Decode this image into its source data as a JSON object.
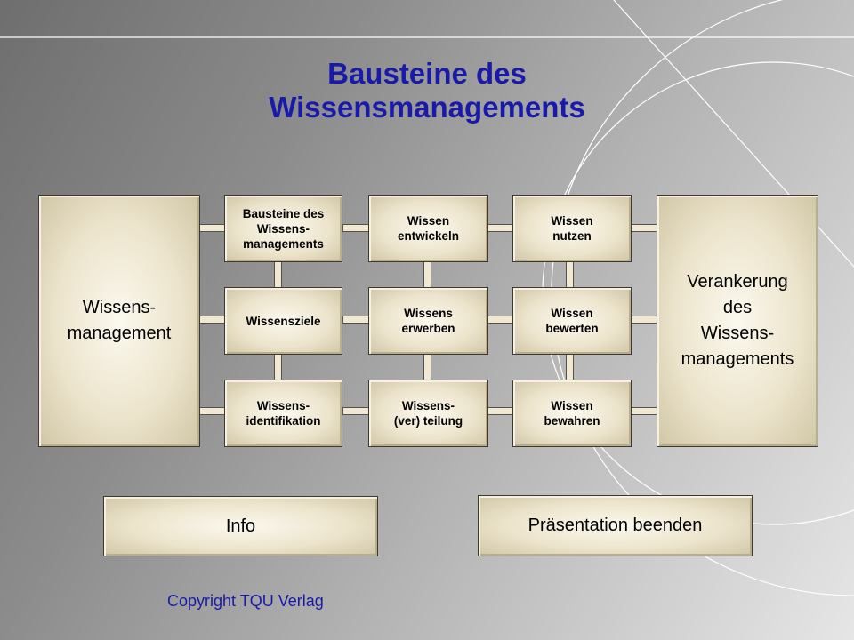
{
  "title": {
    "line1": "Bausteine des",
    "line2": "Wissensmanagements"
  },
  "left_panel": {
    "lines": [
      "Wissens-",
      "management"
    ]
  },
  "right_panel": {
    "lines": [
      "Verankerung",
      "des",
      "Wissens-",
      "managements"
    ]
  },
  "grid": {
    "row1": [
      {
        "lines": [
          "Bausteine des",
          "Wissens-",
          "managements"
        ]
      },
      {
        "lines": [
          "Wissen",
          "entwickeln"
        ]
      },
      {
        "lines": [
          "Wissen",
          "nutzen"
        ]
      }
    ],
    "row2": [
      {
        "lines": [
          "Wissensziele"
        ]
      },
      {
        "lines": [
          "Wissens",
          "erwerben"
        ]
      },
      {
        "lines": [
          "Wissen",
          "bewerten"
        ]
      }
    ],
    "row3": [
      {
        "lines": [
          "Wissens-",
          "identifikation"
        ]
      },
      {
        "lines": [
          "Wissens-",
          "(ver) teilung"
        ]
      },
      {
        "lines": [
          "Wissen",
          "bewahren"
        ]
      }
    ]
  },
  "buttons": {
    "info": "Info",
    "end": "Präsentation beenden"
  },
  "copyright": "Copyright TQU Verlag",
  "colors": {
    "title": "#1a1aa8",
    "box_fill": "#ece4cc",
    "copyright": "#1a1aa8"
  }
}
